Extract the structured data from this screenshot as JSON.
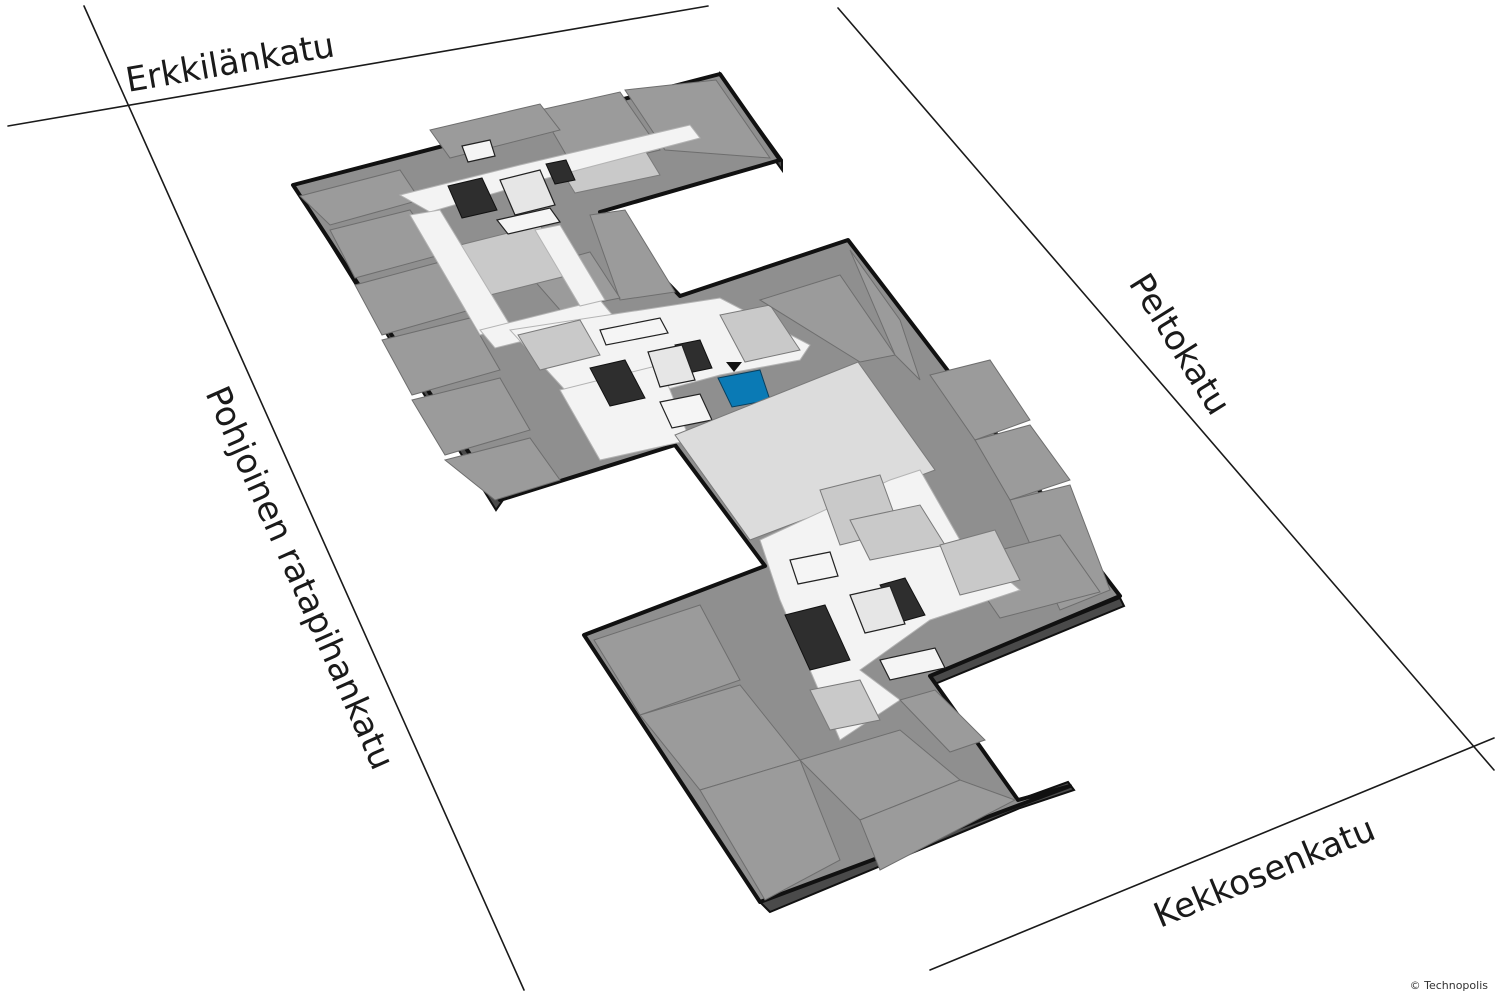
{
  "streets": {
    "top": "Erkkilänkatu",
    "right": "Peltokatu",
    "left": "Pohjoinen ratapihankatu",
    "bottom": "Kekkosenkatu"
  },
  "highlight": {
    "color": "#0a7ab5"
  },
  "credit": "© Technopolis"
}
